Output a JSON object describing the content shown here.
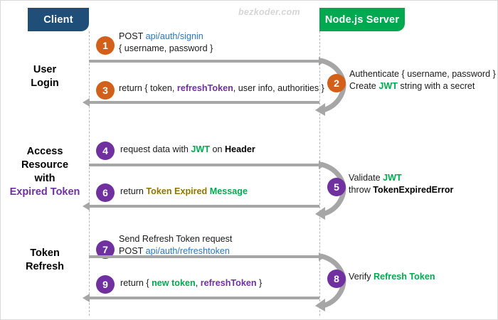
{
  "diagram": {
    "title": "JWT Refresh Token Flow Sequence Diagram",
    "watermark": "bezkoder.com",
    "colors": {
      "client_box": "#1F4E79",
      "server_box": "#00A94F",
      "badge_orange": "#D2601A",
      "badge_purple": "#7030A0",
      "arrow_gray": "#a6a6a6",
      "url_blue": "#2E75B6",
      "accent_green": "#00A94F",
      "accent_purple": "#7030A0",
      "accent_olive": "#8F7500",
      "watermark_gray": "#d5d5d5"
    }
  },
  "actors": {
    "client": "Client",
    "server": "Node.js Server"
  },
  "phases": [
    {
      "id": "user-login",
      "lines": [
        {
          "text": "User",
          "accent": false
        },
        {
          "text": "Login",
          "accent": false
        }
      ]
    },
    {
      "id": "access-resource",
      "lines": [
        {
          "text": "Access",
          "accent": false
        },
        {
          "text": "Resource",
          "accent": false
        },
        {
          "text": "with",
          "accent": false
        },
        {
          "text": "Expired Token",
          "accent": true
        }
      ]
    },
    {
      "id": "token-refresh",
      "lines": [
        {
          "text": "Token",
          "accent": false
        },
        {
          "text": "Refresh",
          "accent": false
        }
      ]
    }
  ],
  "steps": {
    "s1": {
      "number": "1",
      "badge_color": "orange",
      "line1": {
        "plain": "POST ",
        "url": "api/auth/signin"
      },
      "line2": {
        "plain": "{ username, password }"
      }
    },
    "s2": {
      "number": "2",
      "badge_color": "orange",
      "line1": {
        "plain": "Authenticate { username, password }"
      },
      "line2": {
        "pre": "Create ",
        "green": "JWT",
        "post": " string with a secret"
      }
    },
    "s3": {
      "number": "3",
      "badge_color": "orange",
      "line1": {
        "pre": "return { token, ",
        "purple": "refreshToken",
        "post": ", user info, authorities }"
      }
    },
    "s4": {
      "number": "4",
      "badge_color": "purple",
      "line1": {
        "pre": "request data with ",
        "green": "JWT",
        "mid": " on ",
        "bold": "Header"
      }
    },
    "s5": {
      "number": "5",
      "badge_color": "purple",
      "line1": {
        "pre": "Validate ",
        "green": "JWT"
      },
      "line2": {
        "pre": "throw ",
        "bold": "TokenExpiredError"
      }
    },
    "s6": {
      "number": "6",
      "badge_color": "purple",
      "line1": {
        "pre": "return ",
        "olive": "Token Expired",
        "green": " Message"
      }
    },
    "s7": {
      "number": "7",
      "badge_color": "purple",
      "line1": {
        "plain": "Send Refresh Token request"
      },
      "line2": {
        "plain": "POST ",
        "url": "api/auth/refreshtoken"
      }
    },
    "s8": {
      "number": "8",
      "badge_color": "purple",
      "line1": {
        "pre": "Verify ",
        "green": "Refresh Token"
      }
    },
    "s9": {
      "number": "9",
      "badge_color": "purple",
      "line1": {
        "pre": "return { ",
        "green": "new token",
        "mid": ", ",
        "purple": "refreshToken",
        "post": " }"
      }
    }
  }
}
